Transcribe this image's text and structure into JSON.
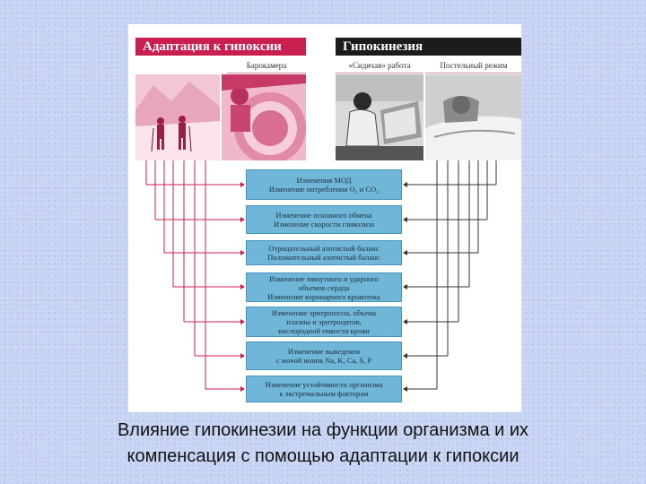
{
  "figure": {
    "left_panel": {
      "title": "Адаптация к гипоксии",
      "sublabel": "Барокамера"
    },
    "right_panel": {
      "title": "Гипокинезия",
      "sublabels": [
        "«Сидячая» работа",
        "Постельный режим"
      ]
    },
    "effects": [
      {
        "lines": [
          "Изменения МОД",
          "Изменение потребления O₂ и CO₂"
        ]
      },
      {
        "lines": [
          "Изменение основного обмена",
          "Изменение скорости гликолиза"
        ]
      },
      {
        "lines": [
          "Отрицательный азотистый баланс",
          "Положительный азотистый баланс"
        ]
      },
      {
        "lines": [
          "Изменение минутного и ударного",
          "объемов сердца",
          "Изменение коронарного кровотока"
        ]
      },
      {
        "lines": [
          "Изменение эритропоэза, объема",
          "плазмы и эритроцитов,",
          "кислородной емкости крови"
        ]
      },
      {
        "lines": [
          "Изменение выведения",
          "с мочой ионов Na, K, Ca, S, P"
        ]
      },
      {
        "lines": [
          "Изменение устойчивости организма",
          "к экстремальным факторам"
        ]
      }
    ],
    "colors": {
      "left_accent": "#c81e50",
      "right_accent": "#1c1c1c",
      "box_fill": "#6fb6d9",
      "left_arrows": "#c81e50",
      "right_arrows": "#333333"
    }
  },
  "caption": {
    "line1": "Влияние гипокинезии на функции организма и их",
    "line2": "компенсация с помощью адаптации к гипоксии"
  }
}
